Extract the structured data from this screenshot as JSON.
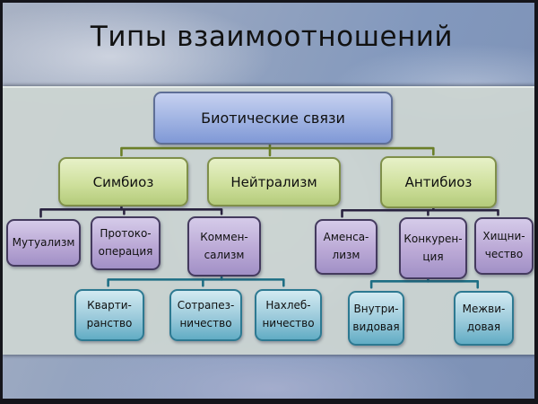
{
  "slide": {
    "title": "Типы взаимоотношений"
  },
  "diagram": {
    "root": {
      "label": "Биотические связи"
    },
    "level2": [
      {
        "label": "Симбиоз"
      },
      {
        "label": "Нейтрализм"
      },
      {
        "label": "Антибиоз"
      }
    ],
    "symbiosis_types": [
      {
        "label": "Мутуализм"
      },
      {
        "label": "Протоко-\nоперация"
      },
      {
        "label": "Коммен-\nсализм"
      }
    ],
    "antibiosis_types": [
      {
        "label": "Аменса-\nлизм"
      },
      {
        "label": "Конкурен-\nция"
      },
      {
        "label": "Хищни-\nчество"
      }
    ],
    "commensalism_types": [
      {
        "label": "Кварти-\nранство"
      },
      {
        "label": "Сотрапез-\nничество"
      },
      {
        "label": "Нахлеб-\nничество"
      }
    ],
    "competition_types": [
      {
        "label": "Внутри-\nвидовая"
      },
      {
        "label": "Межви-\nдовая"
      }
    ]
  },
  "colors": {
    "root_box_top": "#c6d1f0",
    "root_box_bottom": "#8099d6",
    "root_border": "#5f6f96",
    "green_box_top": "#e7f1c8",
    "green_box_bottom": "#b4cb7b",
    "green_border": "#7f8f4a",
    "purple_box_top": "#d5cbe9",
    "purple_box_bottom": "#a190c6",
    "purple_border": "#443a5e",
    "teal_box_top": "#d2eaf1",
    "teal_box_bottom": "#61acc4",
    "teal_border": "#2d7991",
    "connector_olive": "#6b7f28",
    "connector_dark": "#29223f",
    "connector_teal": "#1d6e84",
    "panel_background": "#ccd4d1",
    "title_color": "#121212"
  }
}
